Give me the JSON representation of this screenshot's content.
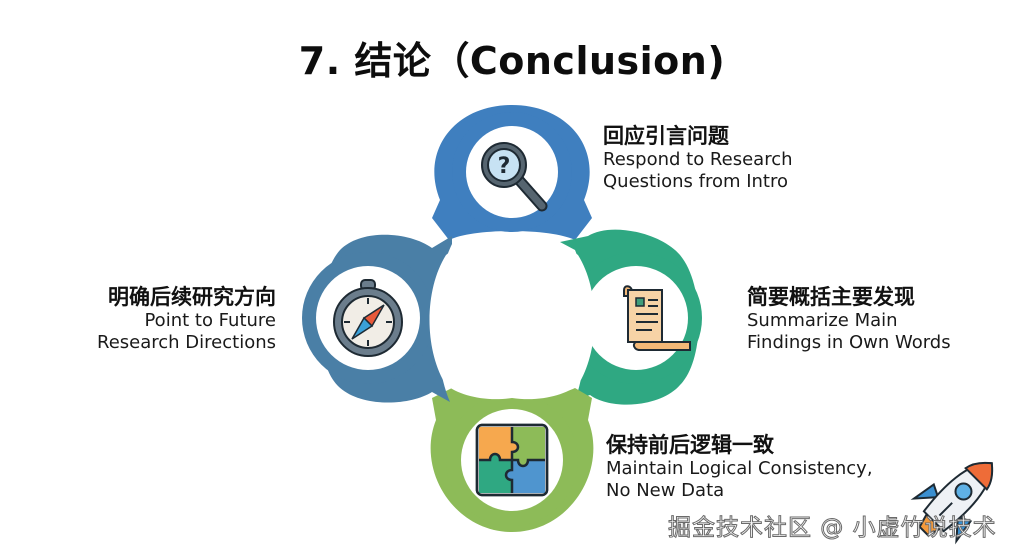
{
  "title": "7. 结论（Conclusion)",
  "colors": {
    "top": "#3f7fbf",
    "left": "#4a7fa6",
    "right": "#2fa882",
    "bottom": "#8dbb58"
  },
  "steps": [
    {
      "position": "top",
      "icon": "magnifier-question-icon",
      "zh": "回应引言问题",
      "en_line1": "Respond to Research",
      "en_line2": "Questions from Intro"
    },
    {
      "position": "right",
      "icon": "scroll-document-icon",
      "zh": "简要概括主要发现",
      "en_line1": "Summarize Main",
      "en_line2": "Findings in Own Words"
    },
    {
      "position": "bottom",
      "icon": "puzzle-icon",
      "zh": "保持前后逻辑一致",
      "en_line1": "Maintain Logical Consistency,",
      "en_line2": "No New Data"
    },
    {
      "position": "left",
      "icon": "compass-icon",
      "zh": "明确后续研究方向",
      "en_line1": "Point to Future",
      "en_line2": "Research Directions"
    }
  ],
  "decoration": {
    "icon": "rocket-icon"
  },
  "watermark": "掘金技术社区 @ 小虚竹说技术"
}
